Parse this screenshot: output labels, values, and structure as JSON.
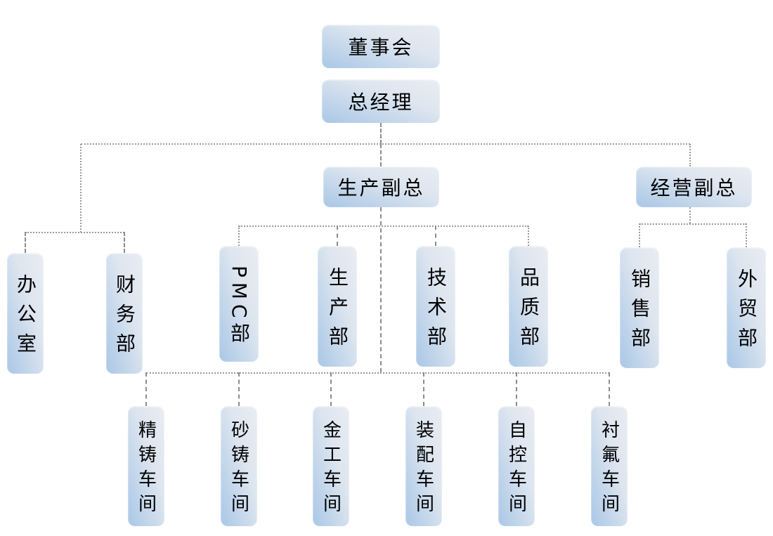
{
  "org": {
    "board": "董事会",
    "general_manager": "总经理",
    "vps": {
      "production": "生产副总",
      "operations": "经营副总"
    },
    "admin_departments": [
      "办公室",
      "财务部"
    ],
    "production_departments": [
      "PMC部",
      "生产部",
      "技术部",
      "品质部"
    ],
    "operations_departments": [
      "销售部",
      "外贸部"
    ],
    "workshops": [
      "精铸车间",
      "砂铸车间",
      "金工车间",
      "装配车间",
      "自控车间",
      "衬氟车间"
    ]
  },
  "style": {
    "node_gradient_light": "#e9edf3",
    "node_gradient_blue": "#a9c7e6",
    "connector_color": "#999999",
    "text_color": "#000000",
    "background": "#ffffff"
  }
}
